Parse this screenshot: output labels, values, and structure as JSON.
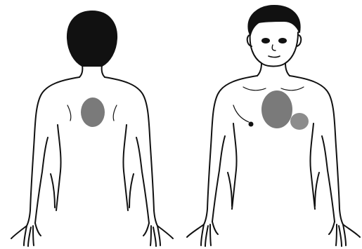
{
  "figure": {
    "views": [
      {
        "id": "back",
        "regions": [
          {
            "shape": "ellipse",
            "fill": "#7a7a7a"
          }
        ]
      },
      {
        "id": "front",
        "regions": [
          {
            "shape": "ellipse",
            "fill": "#7a7a7a"
          },
          {
            "shape": "ellipse",
            "fill": "#8c8c8c"
          },
          {
            "shape": "dot",
            "fill": "#111111"
          }
        ]
      }
    ],
    "colors": {
      "outline": "#111111",
      "hair": "#111111",
      "background": "#ffffff"
    }
  }
}
